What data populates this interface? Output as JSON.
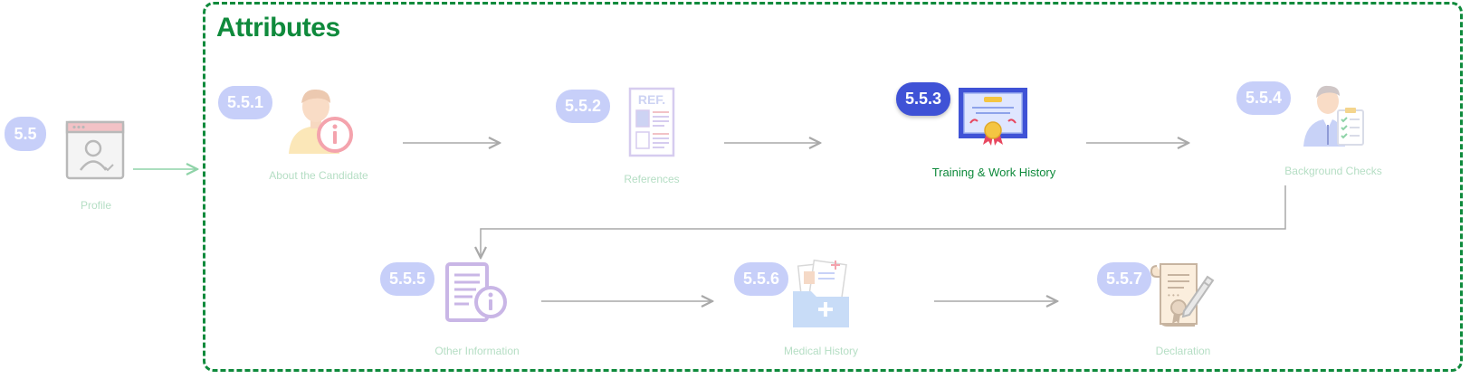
{
  "frame": {
    "title": "Attributes",
    "border_color": "#0f8a3c"
  },
  "root": {
    "badge": "5.5",
    "label": "Profile",
    "icon": "profile-window-icon"
  },
  "steps": [
    {
      "badge": "5.5.1",
      "label": "About the Candidate",
      "icon": "candidate-info-icon",
      "active": false
    },
    {
      "badge": "5.5.2",
      "label": "References",
      "icon": "references-document-icon",
      "active": false
    },
    {
      "badge": "5.5.3",
      "label": "Training & Work History",
      "icon": "certificate-icon",
      "active": true
    },
    {
      "badge": "5.5.4",
      "label": "Background Checks",
      "icon": "checklist-person-icon",
      "active": false
    },
    {
      "badge": "5.5.5",
      "label": "Other Information",
      "icon": "info-document-icon",
      "active": false
    },
    {
      "badge": "5.5.6",
      "label": "Medical History",
      "icon": "medical-folder-icon",
      "active": false
    },
    {
      "badge": "5.5.7",
      "label": "Declaration",
      "icon": "scroll-seal-icon",
      "active": false
    }
  ],
  "colors": {
    "badge_inactive": "#c7cff9",
    "badge_active": "#3f52d6",
    "label_inactive": "#b5dec4",
    "label_active": "#0f8a3c",
    "connector": "#a9a9a9"
  }
}
